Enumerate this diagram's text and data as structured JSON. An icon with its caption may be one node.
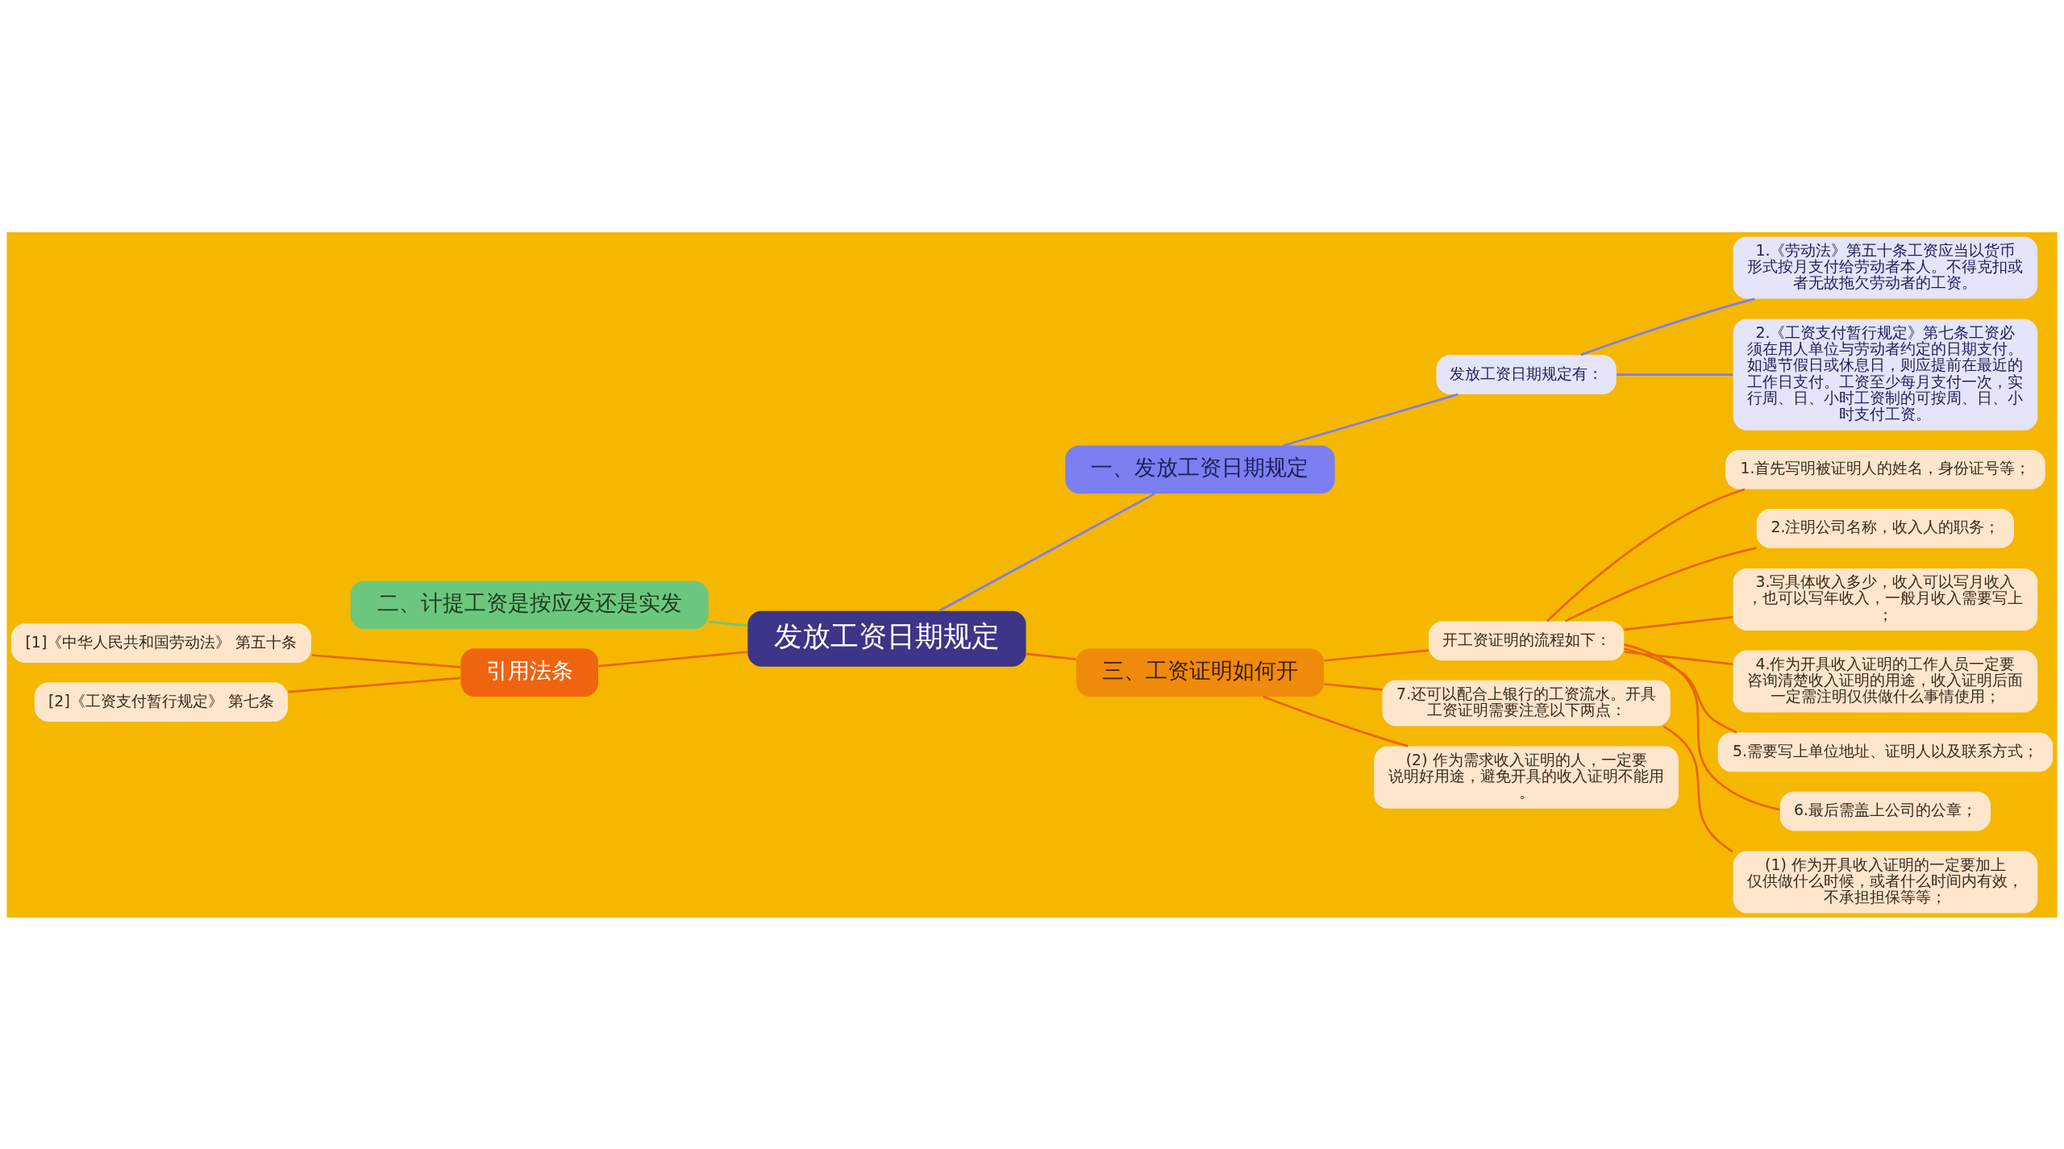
{
  "diagram": {
    "nodes": [
      {
        "text": [
          "发放工资日期规定"
        ]
      },
      {
        "text": [
          "一、发放工资日期规定"
        ]
      },
      {
        "text": [
          "发放工资日期规定有："
        ]
      },
      {
        "text": [
          "1.《劳动法》第五十条工资应当以货币形式按月支付给劳动者本人。不得克扣或者无故拖欠劳动者的工资。"
        ]
      },
      {
        "text": [
          "2.《工资支付暂行规定》第七条工资必须在用人单位与劳动者约定的日期支付。如遇节假日或休息日，则应提前在最近的工作日支付。工资至少每月支付一次，实行周、日、小时工资制的可按周、日、小时支付工资。"
        ]
      },
      {
        "text": [
          "二、计提工资是按应发还是实发"
        ]
      },
      {
        "text": [
          "引用法条"
        ]
      },
      {
        "text": [
          "[1]《中华人民共和国劳动法》 第五十条"
        ]
      },
      {
        "text": [
          "[2]《工资支付暂行规定》 第七条"
        ]
      },
      {
        "text": [
          "三、工资证明如何开"
        ]
      },
      {
        "text": [
          "开工资证明的流程如下："
        ]
      },
      {
        "text": [
          "1.首先写明被证明人的姓名，身份证号等；"
        ]
      },
      {
        "text": [
          "2.注明公司名称，收入人的职务；"
        ]
      },
      {
        "text": [
          "3.写具体收入多少，收入可以写月收入，也可以写年收入，一般月收入需要写上；"
        ]
      },
      {
        "text": [
          "4.作为开具收入证明的工作人员一定要咨询清楚收入证明的用途，收入证明后面一定需注明仅供做什么事情使用；"
        ]
      },
      {
        "text": [
          "5.需要写上单位地址、证明人以及联系方式；"
        ]
      },
      {
        "text": [
          "6.最后需盖上公司的公章；"
        ]
      },
      {
        "text": [
          "7.还可以配合上银行的工资流水。开具工资证明需要注意以下两点："
        ]
      },
      {
        "text": [
          "(1) 作为开具收入证明的一定要加上仅供做什么时候，或者什么时间内有效，不承担担保等等；"
        ]
      },
      {
        "text": [
          "(2) 作为需求收入证明的人，一定要说明好用途，避免开具的收入证明不能用。"
        ]
      }
    ],
    "edges": [
      {
        "from": 0,
        "to": 1,
        "arrow": "none",
        "color": "#7b7ff0"
      },
      {
        "from": 1,
        "to": 2,
        "arrow": "none",
        "color": "#7b7ff0"
      },
      {
        "from": 2,
        "to": 3,
        "arrow": "none",
        "color": "#7b7ff0"
      },
      {
        "from": 2,
        "to": 4,
        "arrow": "none",
        "color": "#7b7ff0"
      },
      {
        "from": 0,
        "to": 5,
        "arrow": "none",
        "color": "#6cc77e"
      },
      {
        "from": 0,
        "to": 6,
        "arrow": "none"
      },
      {
        "from": 6,
        "to": 7,
        "arrow": "none"
      },
      {
        "from": 6,
        "to": 8,
        "arrow": "none"
      },
      {
        "from": 0,
        "to": 9,
        "arrow": "none"
      },
      {
        "from": 9,
        "to": 10,
        "arrow": "none"
      },
      {
        "from": 10,
        "to": 11,
        "arrow": "none"
      },
      {
        "from": 10,
        "to": 12,
        "arrow": "none"
      },
      {
        "from": 10,
        "to": 13,
        "arrow": "none"
      },
      {
        "from": 10,
        "to": 14,
        "arrow": "none"
      },
      {
        "from": 10,
        "to": 15,
        "arrow": "none"
      },
      {
        "from": 10,
        "to": 16,
        "arrow": "none"
      },
      {
        "from": 9,
        "to": 17,
        "arrow": "none"
      },
      {
        "from": 17,
        "to": 18,
        "arrow": "none"
      },
      {
        "from": 9,
        "to": 19,
        "arrow": "none"
      }
    ]
  }
}
